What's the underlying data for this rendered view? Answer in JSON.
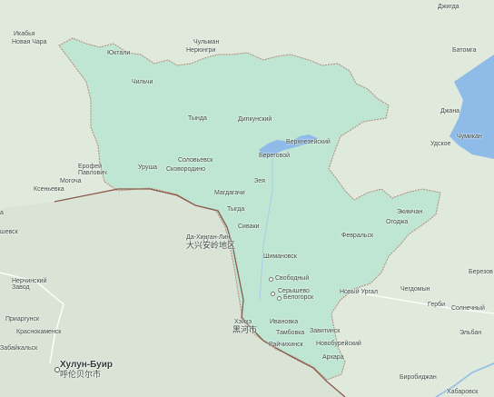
{
  "map": {
    "colors": {
      "land": "#dfe9dc",
      "region": "#bfe6d3",
      "region_border": "#b48a7a",
      "water": "#8fbbe8",
      "country_border": "#8a5a4a",
      "china": "#d7e2d4"
    },
    "labels": [
      {
        "id": "dzhigda",
        "text": "Джигда"
      },
      {
        "id": "ikabya",
        "text": "Икабья"
      },
      {
        "id": "novaya-chara",
        "text": "Новая Чара"
      },
      {
        "id": "chulman",
        "text": "Чульман"
      },
      {
        "id": "neryungri",
        "text": "Нерюнгри"
      },
      {
        "id": "batomga",
        "text": "Батомга"
      },
      {
        "id": "yuktali",
        "text": "Юктали"
      },
      {
        "id": "chilchi",
        "text": "Чильчи"
      },
      {
        "id": "dzhana",
        "text": "Джана"
      },
      {
        "id": "tynda",
        "text": "Тында"
      },
      {
        "id": "dipkunsky",
        "text": "Дипкунский"
      },
      {
        "id": "chumikan",
        "text": "Чумикан"
      },
      {
        "id": "udskoe",
        "text": "Удское"
      },
      {
        "id": "verkhnezeysky",
        "text": "Верхнезейский"
      },
      {
        "id": "beregovoy",
        "text": "Береговой"
      },
      {
        "id": "soloviovsk",
        "text": "Соловьевск"
      },
      {
        "id": "erofei-pavlovich",
        "text": "Ерофей\nПавлович"
      },
      {
        "id": "urusha",
        "text": "Уруша"
      },
      {
        "id": "skovorodino",
        "text": "Сковородино"
      },
      {
        "id": "mogocha",
        "text": "Могоча"
      },
      {
        "id": "kseniyevka",
        "text": "Ксеньевка"
      },
      {
        "id": "zeya",
        "text": "Зея"
      },
      {
        "id": "magdagachi",
        "text": "Магдагачи"
      },
      {
        "id": "ekimchan",
        "text": "Экимчан"
      },
      {
        "id": "ogodzha",
        "text": "Огоджа"
      },
      {
        "id": "tygda",
        "text": "Тыгда"
      },
      {
        "id": "sivaki",
        "text": "Сиваки"
      },
      {
        "id": "fevralsk",
        "text": "Февральск"
      },
      {
        "id": "sheshevsk",
        "text": "шевск"
      },
      {
        "id": "da-hinggan",
        "text": "Да-Хинган-Лин"
      },
      {
        "id": "da-hinggan-cn",
        "text": "大兴安岭地区"
      },
      {
        "id": "shimanovsk",
        "text": "Шимановск"
      },
      {
        "id": "nerchinsky",
        "text": "Нерчинский\nЗавод"
      },
      {
        "id": "svobodny",
        "text": "Свободный"
      },
      {
        "id": "serysheevo",
        "text": "Серышево"
      },
      {
        "id": "belogorsk",
        "text": "Белогорск"
      },
      {
        "id": "noviy-urgal",
        "text": "Новый Ургал"
      },
      {
        "id": "chegdomyn",
        "text": "Чегдомын"
      },
      {
        "id": "gerbi",
        "text": "Герби"
      },
      {
        "id": "berezov",
        "text": "Березов"
      },
      {
        "id": "solnechny",
        "text": "Солнечный"
      },
      {
        "id": "priargunsk",
        "text": "Приаргунск"
      },
      {
        "id": "krasnokamensk",
        "text": "Краснокаменск"
      },
      {
        "id": "heihe",
        "text": "Хэйхэ"
      },
      {
        "id": "heihe-cn",
        "text": "黑河市"
      },
      {
        "id": "ivanovka",
        "text": "Ивановка"
      },
      {
        "id": "tambovka",
        "text": "Тамбовка"
      },
      {
        "id": "zavitinsk",
        "text": "Завитинск"
      },
      {
        "id": "elban",
        "text": "Эльбан"
      },
      {
        "id": "raichikhinsk",
        "text": "Райчихинск"
      },
      {
        "id": "novobureysky",
        "text": "Новобурейский"
      },
      {
        "id": "arhara",
        "text": "Архара"
      },
      {
        "id": "zabaikalsk",
        "text": "Забайкальск"
      },
      {
        "id": "hulun-buir",
        "text": "Хулун-Буир"
      },
      {
        "id": "hulun-buir-cn",
        "text": "呼伦贝尔市"
      },
      {
        "id": "birobidzhan",
        "text": "Биробиджан"
      },
      {
        "id": "khabarovsk",
        "text": "Хабаровск"
      },
      {
        "id": "da-left",
        "text": "а"
      }
    ]
  }
}
